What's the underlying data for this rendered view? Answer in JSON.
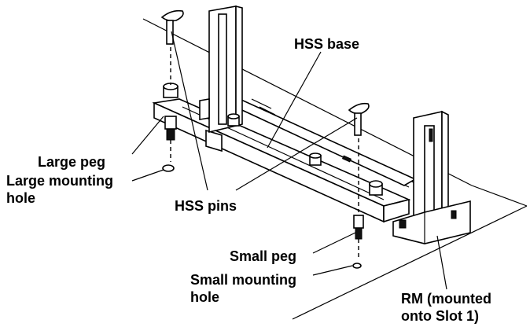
{
  "labels": {
    "hss_base": "HSS base",
    "large_peg": "Large peg",
    "large_mounting_hole_1": "Large mounting",
    "large_mounting_hole_2": "hole",
    "hss_pins": "HSS pins",
    "small_peg": "Small peg",
    "small_mounting_hole_1": "Small mounting",
    "small_mounting_hole_2": "hole",
    "rm_1": "RM (mounted",
    "rm_2": "onto Slot 1)"
  }
}
